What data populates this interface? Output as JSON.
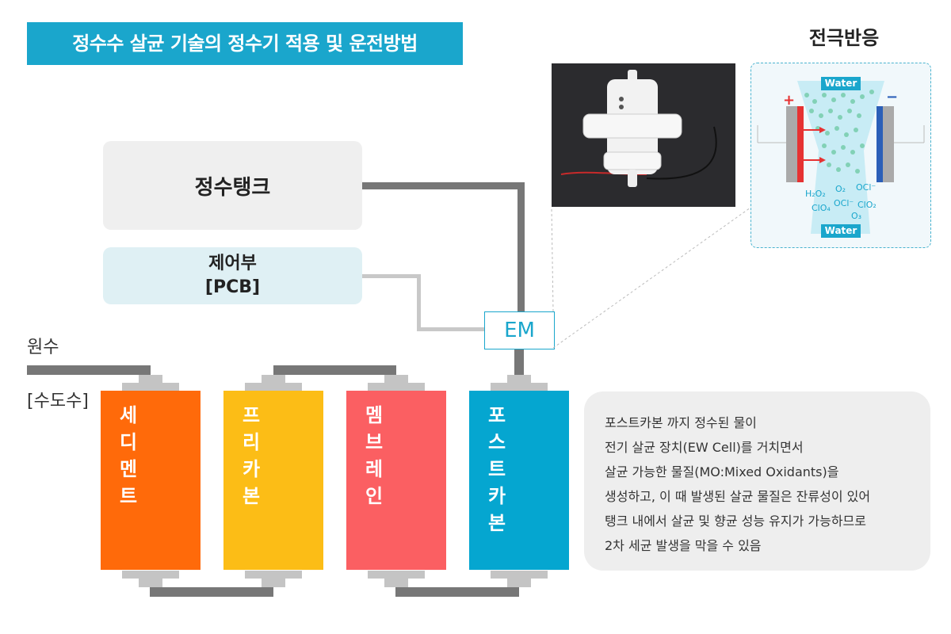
{
  "title": "정수수 살균 기술의 정수기 적용 및 운전방법",
  "reaction": {
    "title": "전극반응",
    "plus": "+",
    "minus": "−",
    "water_top": "Water",
    "water_bottom": "Water",
    "chem": [
      "H₂O₂",
      "O₂",
      "OCl⁻",
      "ClO₄",
      "OCl⁻",
      "ClO₂",
      "O₃"
    ]
  },
  "tank": {
    "label": "정수탱크"
  },
  "pcb": {
    "line1": "제어부",
    "line2": "[PCB]"
  },
  "em": {
    "label": "EM"
  },
  "source": {
    "line1": "원수",
    "line2": "[수도수]"
  },
  "filters": [
    {
      "label": [
        "세",
        "디",
        "멘",
        "트"
      ],
      "color": "#ff6a0a"
    },
    {
      "label": [
        "프",
        "리",
        "카",
        "본"
      ],
      "color": "#fcbd16"
    },
    {
      "label": [
        "멤",
        "브",
        "레",
        "인"
      ],
      "color": "#fb5f62"
    },
    {
      "label": [
        "포",
        "스",
        "트",
        "카",
        "본"
      ],
      "color": "#05a6d0"
    }
  ],
  "info": {
    "lines": [
      "포스트카본 까지 정수된 물이",
      "전기 살균 장치(EW Cell)를 거치면서",
      "살균 가능한 물질(MO:Mixed Oxidants)을",
      "생성하고, 이 때 발생된 살균 물질은 잔류성이 있어",
      "탱크 내에서 살균 및 향균 성능 유지가 가능하므로",
      "2차 세균 발생을 막을 수 있음"
    ]
  }
}
